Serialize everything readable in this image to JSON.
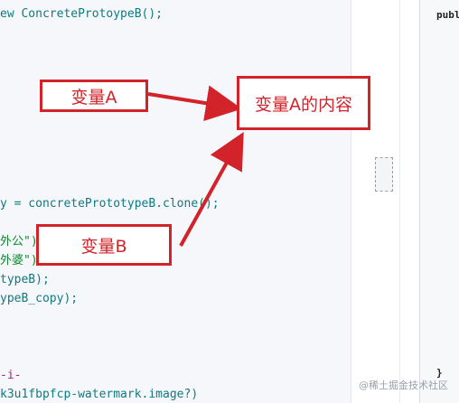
{
  "editor": {
    "code_lines": [
      {
        "text": "ew ConcreteProtoypeB();",
        "kind": "code"
      },
      {
        "text": "y = concretePrototypeB.clone();",
        "kind": "code"
      },
      {
        "text": "外公\");",
        "kind": "string"
      },
      {
        "text": "外婆\");",
        "kind": "string"
      },
      {
        "text": "typeB);",
        "kind": "code"
      },
      {
        "text": "ypeB_copy);",
        "kind": "code"
      },
      {
        "text": "-i-",
        "kind": "comment"
      },
      {
        "text": "k3u1fbpfcp-watermark.image?)",
        "kind": "link"
      }
    ]
  },
  "right_pane": {
    "top_text": "publ",
    "bottom_text": "}"
  },
  "annotations": {
    "var_a_label": "变量A",
    "var_a_content_label": "变量A的内容",
    "var_b_label": "变量B",
    "accent_color": "#d2232a"
  },
  "watermark": {
    "text": "@稀土掘金技术社区"
  }
}
